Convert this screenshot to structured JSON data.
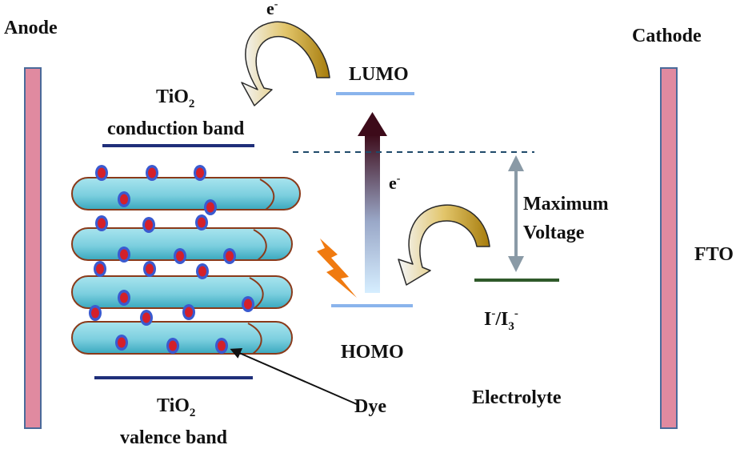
{
  "labels": {
    "anode": "Anode",
    "cathode": "Cathode",
    "fto": "FTO",
    "lumo": "LUMO",
    "homo": "HOMO",
    "electron_top": "e",
    "electron_top_sup": "-",
    "electron_mid": "e",
    "electron_mid_sup": "-",
    "tio2_cb_line1_main": "TiO",
    "tio2_cb_line1_sub": "2",
    "tio2_cb_line2": "conduction band",
    "tio2_vb_line1_main": "TiO",
    "tio2_vb_line1_sub": "2",
    "tio2_vb_line2": "valence band",
    "max_voltage_line1": "Maximum",
    "max_voltage_line2": "Voltage",
    "redox_i": "I",
    "redox_i_sup": "-",
    "redox_slash_i": "/I",
    "redox_i3_sub": "3",
    "redox_i3_sup": "-",
    "dye": "Dye",
    "electrolyte": "Electrolyte"
  },
  "colors": {
    "electrode_fill": "#e08aa0",
    "electrode_stroke": "#4a6a9a",
    "band_dark": "#1f2f7a",
    "level_light": "#8ab4ec",
    "redox_green": "#2f5a2a",
    "nanorod_light": "#a8e4ee",
    "nanorod_dark": "#4fb8cc",
    "nanorod_stroke": "#8a3a1a",
    "dye_red": "#d4202a",
    "dye_blue": "#3a5ad0",
    "arrow_gold": "#b88a14",
    "arrow_pale": "#eef2f8",
    "gradient_top": "#4a0f1f",
    "gradient_bottom": "#cfe9ff",
    "voltage_arrow": "#8a9aa6",
    "lightning": "#f07a10"
  },
  "icons": {
    "photo_excitation": "lightning-bolt-icon",
    "electron_transfer": "curved-arrow-icon",
    "regeneration": "curved-arrow-icon"
  }
}
